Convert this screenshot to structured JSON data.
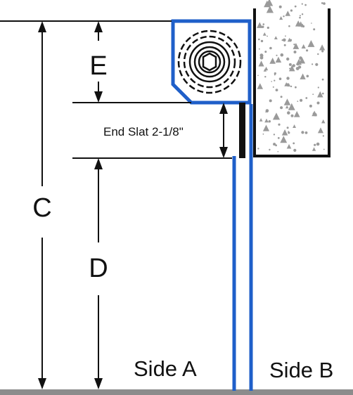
{
  "labels": {
    "e": "E",
    "c": "C",
    "d": "D",
    "end_slat": "End Slat 2-1/8\"",
    "side_a": "Side A",
    "side_b": "Side B"
  },
  "colors": {
    "housing_outline": "#1f5fc9",
    "guide_rail": "#1f5fc9",
    "end_slat_bar": "#111111",
    "dimension_lines": "#111111",
    "wall_fill": "#ffffff",
    "wall_speckles": "#9a9a9a",
    "floor": "#8c8c8c"
  },
  "icons": {
    "roll": "coil-roll-icon",
    "arrows": "dimension-arrow-icon"
  }
}
